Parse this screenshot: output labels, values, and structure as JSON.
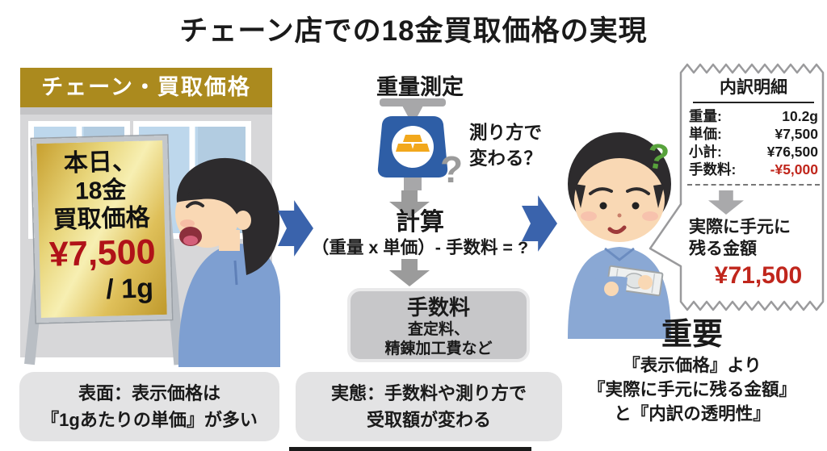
{
  "title": "チェーン店での18金買取価格の実現",
  "store": {
    "banner": "チェーン・買取価格",
    "sign_line1": "本日、",
    "sign_line2": "18金",
    "sign_line3": "買取価格",
    "sign_price": "¥7,500",
    "sign_unit": "/ 1g"
  },
  "left_note": {
    "line1": "表面：表示価格は",
    "line2": "『1gあたりの単価』が多い"
  },
  "middle": {
    "step1_title": "重量測定",
    "scale_question": "?",
    "step1_note_line1": "測り方で",
    "step1_note_line2": "変わる？",
    "step2_title": "計算",
    "step2_formula": "（重量 x 単価）- 手数料 = ?",
    "fee_box": {
      "title": "手数料",
      "line1": "査定料、",
      "line2": "精錬加工費など"
    }
  },
  "middle_note": {
    "line1": "実態：手数料や測り方で",
    "line2": "受取額が変わる"
  },
  "receipt": {
    "title": "内訳明細",
    "rows": [
      {
        "label": "重量:",
        "value": "10.2g"
      },
      {
        "label": "単価:",
        "value": "¥7,500"
      },
      {
        "label": "小計:",
        "value": "¥76,500"
      },
      {
        "label": "手数料:",
        "value": "-¥5,000"
      }
    ],
    "net_label_line1": "実際に手元に",
    "net_label_line2": "残る金額",
    "net_amount": "¥71,500"
  },
  "right_person_question": "?",
  "important": {
    "title": "重要",
    "line1": "『表示価格』より",
    "line2": "『実際に手元に残る金額』",
    "line3": "と『内訳の透明性』"
  },
  "colors": {
    "banner_gold": "#ab8a1e",
    "sign_gold_light": "#f7efb2",
    "price_red": "#b01218",
    "fee_red": "#c0261c",
    "arrow_blue": "#3a63ac",
    "arrow_gray": "#9b9b9b",
    "note_box_gray": "#e3e3e4",
    "fee_box_gray": "#c7c7c9",
    "question_green": "#58a33c",
    "scale_blue": "#2e5ea6",
    "gold_ingot": "#f2a81c",
    "person_skin": "#f9d8b4",
    "person_hair": "#2d2b2d",
    "person_shirt": "#7e9fd1",
    "person_sweater": "#8aa8d4"
  }
}
